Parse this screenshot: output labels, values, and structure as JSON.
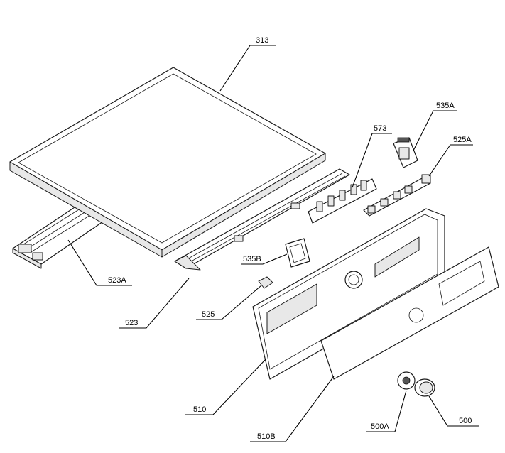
{
  "callouts": {
    "c313": "313",
    "c573": "573",
    "c535A": "535A",
    "c525A": "525A",
    "c523A": "523A",
    "c535B": "535B",
    "c525": "525",
    "c523": "523",
    "c510": "510",
    "c510B": "510B",
    "c500A": "500A",
    "c500": "500"
  }
}
